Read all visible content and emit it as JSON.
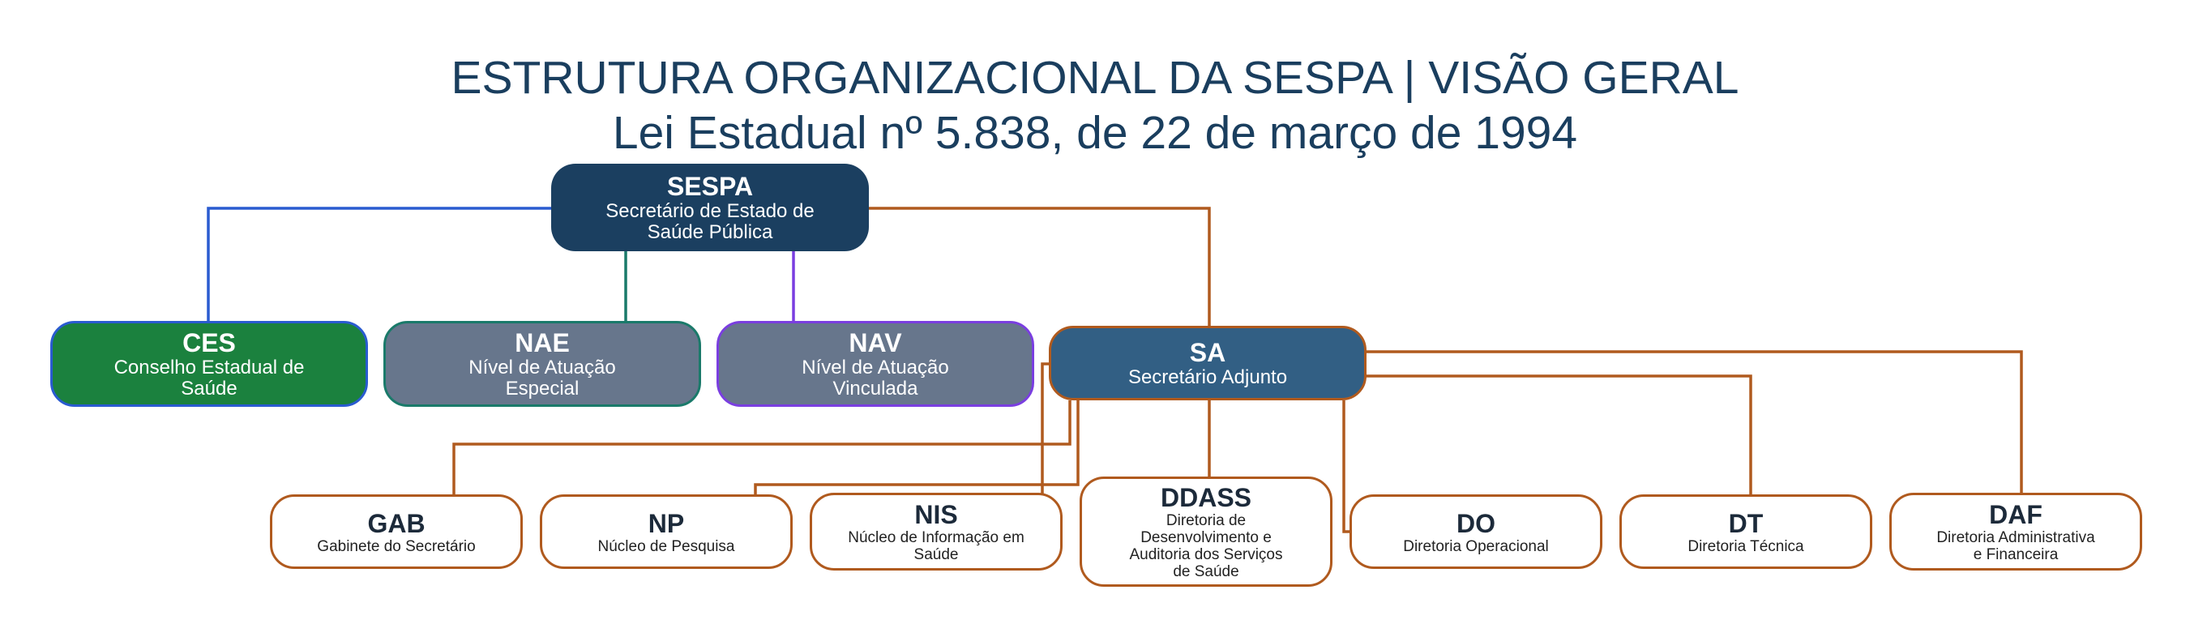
{
  "title": {
    "line1": "ESTRUTURA ORGANIZACIONAL DA SESPA | VISÃO GERAL",
    "line2": "Lei Estadual nº 5.838, de 22 de março de 1994"
  },
  "colors": {
    "title": "#1a3e5e",
    "sespa_fill": "#1b3f60",
    "sa_fill": "#325f84",
    "ces_fill": "#1b813e",
    "nucleo_fill": "#67768c",
    "connector_blue": "#2a5bd0",
    "connector_teal": "#1a7a6a",
    "connector_purple": "#7a3ee0",
    "connector_orange": "#b05a1e"
  },
  "nodes": {
    "sespa": {
      "abbr": "SESPA",
      "line1": "Secretário de Estado de",
      "line2": "Saúde Pública"
    },
    "ces": {
      "abbr": "CES",
      "line1": "Conselho Estadual de",
      "line2": "Saúde"
    },
    "nae": {
      "abbr": "NAE",
      "line1": "Nível de Atuação",
      "line2": "Especial"
    },
    "nav": {
      "abbr": "NAV",
      "line1": "Nível de Atuação",
      "line2": "Vinculada"
    },
    "sa": {
      "abbr": "SA",
      "line1": "Secretário Adjunto"
    },
    "gab": {
      "abbr": "GAB",
      "line1": "Gabinete do Secretário"
    },
    "np": {
      "abbr": "NP",
      "line1": "Núcleo de Pesquisa"
    },
    "nis": {
      "abbr": "NIS",
      "line1": "Núcleo de Informação em",
      "line2": "Saúde"
    },
    "ddass": {
      "abbr": "DDASS",
      "line1": "Diretoria de",
      "line2": "Desenvolvimento e",
      "line3": "Auditoria dos Serviços",
      "line4": "de Saúde"
    },
    "do": {
      "abbr": "DO",
      "line1": "Diretoria Operacional"
    },
    "dt": {
      "abbr": "DT",
      "line1": "Diretoria Técnica"
    },
    "daf": {
      "abbr": "DAF",
      "line1": "Diretoria Administrativa",
      "line2": "e Financeira"
    }
  }
}
